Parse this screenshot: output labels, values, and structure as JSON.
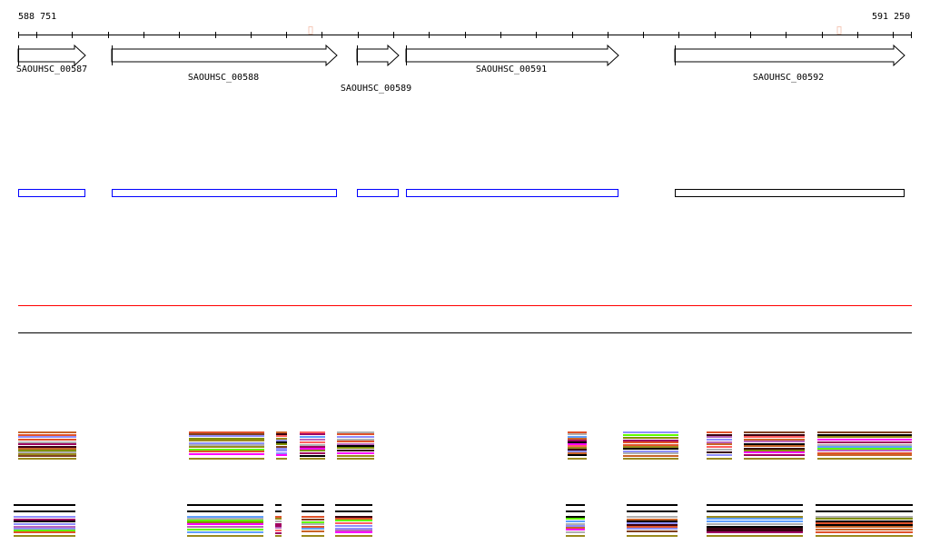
{
  "ruler": {
    "start_label": "588 751",
    "end_label": "591 250"
  },
  "genes": [
    {
      "name": "SAOUHSC_00587"
    },
    {
      "name": "SAOUHSC_00588"
    },
    {
      "name": "SAOUHSC_00589"
    },
    {
      "name": "SAOUHSC_00591"
    },
    {
      "name": "SAOUHSC_00592"
    }
  ],
  "colors": {
    "box_border": "#0000ff",
    "box_border_last": "#000000",
    "red_track": "#ff0000",
    "black_track": "#000000",
    "stripe_palette": [
      "#000000",
      "#e0522a",
      "#9a8a1e",
      "#ff00ff",
      "#a00060",
      "#5fff00",
      "#8f8fff",
      "#c86428",
      "#b0b0b0",
      "#3a0010",
      "#7f8f00",
      "#ff6060",
      "#60a0ff",
      "#bb66bb",
      "#804020"
    ]
  }
}
